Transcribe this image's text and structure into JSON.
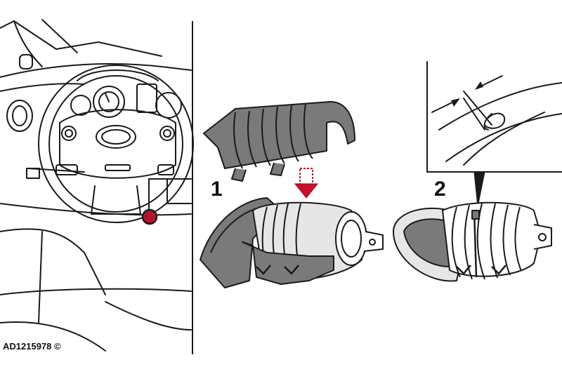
{
  "figure_code": "AD1215978 ©",
  "steps": [
    {
      "label": "1"
    },
    {
      "label": "2"
    }
  ],
  "colors": {
    "line": "#1a1a1a",
    "grey": "#7a7a7a",
    "light_grey": "#e6e6e6",
    "arrow": "#c8102e",
    "locator_dot": "#b5122b"
  },
  "icons": [
    "down-arrow-icon",
    "dimension-arrow-icon",
    "locator-dot-icon"
  ]
}
